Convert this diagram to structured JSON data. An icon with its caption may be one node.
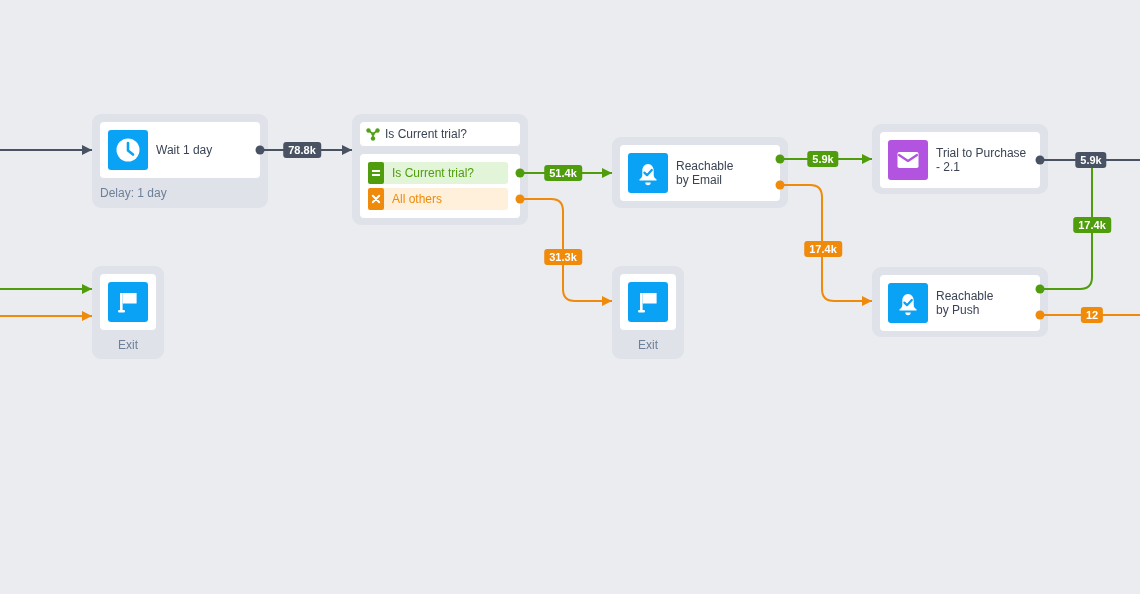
{
  "diagram": {
    "nodes": [
      {
        "text": [
          "Wait 1 day",
          "Delay: 1 day"
        ]
      },
      {
        "text": [
          "Is Current trial?"
        ]
      },
      {
        "text": [
          "Is Current trial?"
        ],
        "in": 1
      },
      {
        "text": [
          "All others"
        ],
        "in": 1
      },
      {
        "text": [
          "Reachable by Email"
        ]
      },
      {
        "text": [
          "Trial to Purchase - 2.1"
        ]
      },
      {
        "text": [
          "Exit"
        ]
      },
      {
        "text": [
          "Exit"
        ]
      },
      {
        "text": [
          "Reachable by Push"
        ]
      }
    ],
    "edges": [
      {
        "from": null,
        "to": 0,
        "arrow": "to",
        "color": "#485263"
      },
      {
        "from": 0,
        "to": 1,
        "arrow": "to",
        "label": "78.8k",
        "color": "#485263"
      },
      {
        "from": null,
        "to": 6,
        "arrow": "to",
        "color": "#4f9c0c"
      },
      {
        "from": null,
        "to": 6,
        "arrow": "to",
        "color": "#ef8a0b"
      },
      {
        "from": 2,
        "to": 4,
        "arrow": "to",
        "label": "51.4k",
        "color": "#4f9c0c"
      },
      {
        "from": 3,
        "to": 7,
        "arrow": "to",
        "label": "31.3k",
        "color": "#ef8a0b"
      },
      {
        "from": 4,
        "to": 5,
        "arrow": "to",
        "label": "5.9k",
        "color": "#4f9c0c"
      },
      {
        "from": 4,
        "to": 8,
        "arrow": "to",
        "label": "17.4k",
        "color": "#ef8a0b"
      },
      {
        "from": 5,
        "to": null,
        "arrow": "other",
        "label": "5.9k",
        "color": "#485263"
      },
      {
        "from": 8,
        "to": null,
        "arrow": "other",
        "label": "17.4k",
        "color": "#4f9c0c"
      },
      {
        "from": 8,
        "to": null,
        "arrow": "other",
        "label": "12",
        "color": "#ef8a0b"
      }
    ]
  }
}
